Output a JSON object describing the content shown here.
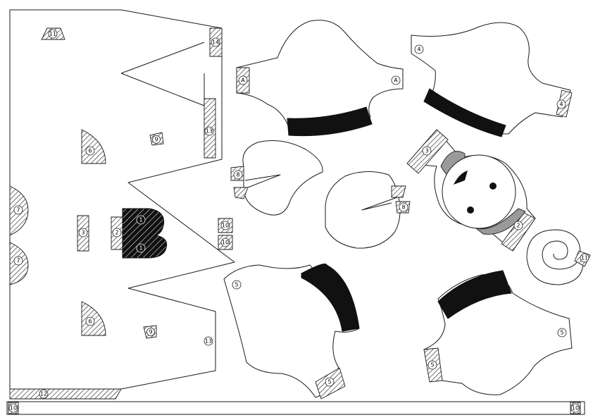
{
  "title": "",
  "colors": {
    "line": "#1a1a1a",
    "black_fill": "#111111",
    "grey_fill": "#9a9a9a",
    "background": "#ffffff"
  },
  "labels": {
    "body_tab_11": "11",
    "body_tab_14": "14",
    "body_tab_13_upper": "13",
    "body_flap_6_upper": "6",
    "body_tab_9_upper": "9",
    "body_edge_7_upper": "7",
    "body_edge_7_lower": "7",
    "body_strip_3": "3",
    "body_tab_2": "2",
    "body_b_1_upper": "1",
    "body_b_1_lower": "1",
    "body_tab_10_upper": "10",
    "body_tab_10_lower": "10",
    "body_flap_6_lower": "6",
    "body_tab_9_lower": "9",
    "body_tab_13_lower": "13",
    "body_strip_12": "12",
    "base_strip_10_left": "10",
    "base_strip_10_right": "10",
    "leg_a_left": "A",
    "leg_a_right": "A",
    "leg_4_top": "4",
    "leg_4_right": "4",
    "ear_8_left": "8",
    "ear_8_right": "8",
    "face_3": "3",
    "face_2": "2",
    "tail_11": "11",
    "leg_5_left_top": "5",
    "leg_5_left_bottom": "5",
    "leg_5_right_side": "5",
    "leg_5_right_tab": "5"
  }
}
